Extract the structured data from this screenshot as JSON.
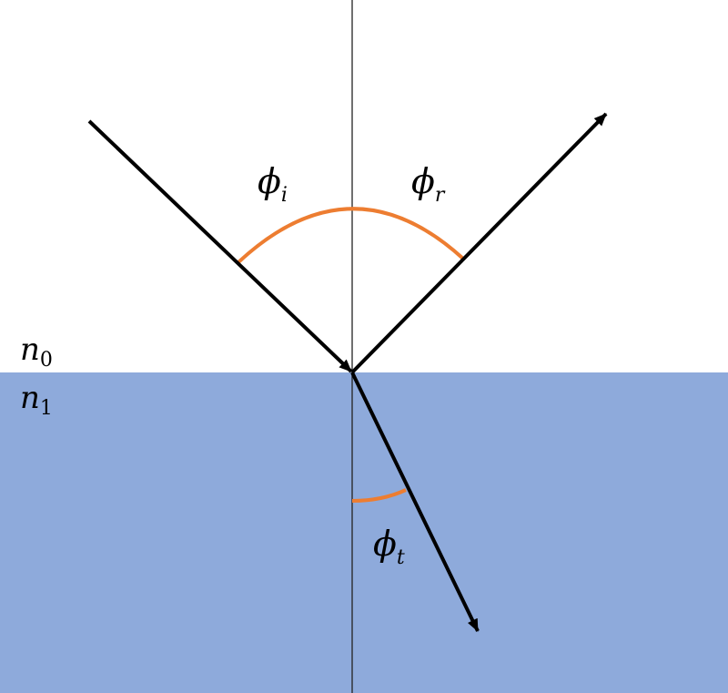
{
  "media": {
    "upper_index": {
      "symbol": "n",
      "subscript": "0"
    },
    "lower_index": {
      "symbol": "n",
      "subscript": "1"
    }
  },
  "angles": {
    "incidence": {
      "symbol": "ϕ",
      "subscript": "i"
    },
    "reflection": {
      "symbol": "ϕ",
      "subscript": "r"
    },
    "transmission": {
      "symbol": "ϕ",
      "subscript": "t"
    }
  },
  "colors": {
    "lower_medium": "#8eaadb",
    "ray": "#000000",
    "normal_line": "#222222",
    "angle_arc": "#ed7d31",
    "background": "#ffffff"
  }
}
